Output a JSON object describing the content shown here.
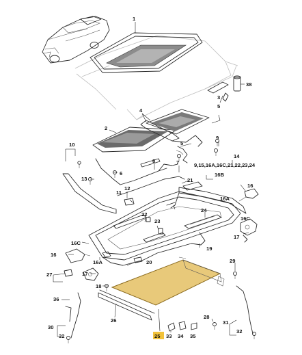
{
  "diagram": {
    "labels": [
      {
        "id": "l1",
        "text": "1"
      },
      {
        "id": "l2",
        "text": "2"
      },
      {
        "id": "l3",
        "text": "3"
      },
      {
        "id": "l4",
        "text": "4"
      },
      {
        "id": "l5a",
        "text": "5"
      },
      {
        "id": "l5b",
        "text": "5"
      },
      {
        "id": "l6",
        "text": "6"
      },
      {
        "id": "l7",
        "text": "7"
      },
      {
        "id": "l8",
        "text": "8"
      },
      {
        "id": "l9",
        "text": "9"
      },
      {
        "id": "l10",
        "text": "10"
      },
      {
        "id": "l11",
        "text": "11"
      },
      {
        "id": "l12",
        "text": "12"
      },
      {
        "id": "l13",
        "text": "13"
      },
      {
        "id": "l14",
        "text": "14"
      },
      {
        "id": "l14list",
        "text": "9,15,16A,16C,21,22,23,24"
      },
      {
        "id": "l16",
        "text": "16"
      },
      {
        "id": "l16a",
        "text": "16A"
      },
      {
        "id": "l16b",
        "text": "16B"
      },
      {
        "id": "l16c",
        "text": "16C"
      },
      {
        "id": "l16l",
        "text": "16"
      },
      {
        "id": "l16ar",
        "text": "16A"
      },
      {
        "id": "l16cr",
        "text": "16C"
      },
      {
        "id": "l17",
        "text": "17"
      },
      {
        "id": "l17l",
        "text": "17"
      },
      {
        "id": "l18",
        "text": "18"
      },
      {
        "id": "l19",
        "text": "19"
      },
      {
        "id": "l20",
        "text": "20"
      },
      {
        "id": "l21",
        "text": "21"
      },
      {
        "id": "l22",
        "text": "22"
      },
      {
        "id": "l23",
        "text": "23"
      },
      {
        "id": "l24",
        "text": "24"
      },
      {
        "id": "l25",
        "text": "25"
      },
      {
        "id": "l26",
        "text": "26"
      },
      {
        "id": "l27",
        "text": "27"
      },
      {
        "id": "l28",
        "text": "28"
      },
      {
        "id": "l29",
        "text": "29"
      },
      {
        "id": "l30",
        "text": "30"
      },
      {
        "id": "l31",
        "text": "31"
      },
      {
        "id": "l32",
        "text": "32"
      },
      {
        "id": "l32r",
        "text": "32"
      },
      {
        "id": "l33",
        "text": "33"
      },
      {
        "id": "l34",
        "text": "34"
      },
      {
        "id": "l35",
        "text": "35"
      },
      {
        "id": "l36",
        "text": "36"
      },
      {
        "id": "l38",
        "text": "38"
      }
    ]
  },
  "colors": {
    "shade_fill": "#e8c97a",
    "shade_stroke": "#8a6a1e",
    "glass_tint": "#7d7d7d",
    "highlight_box": "#f2c23a"
  }
}
